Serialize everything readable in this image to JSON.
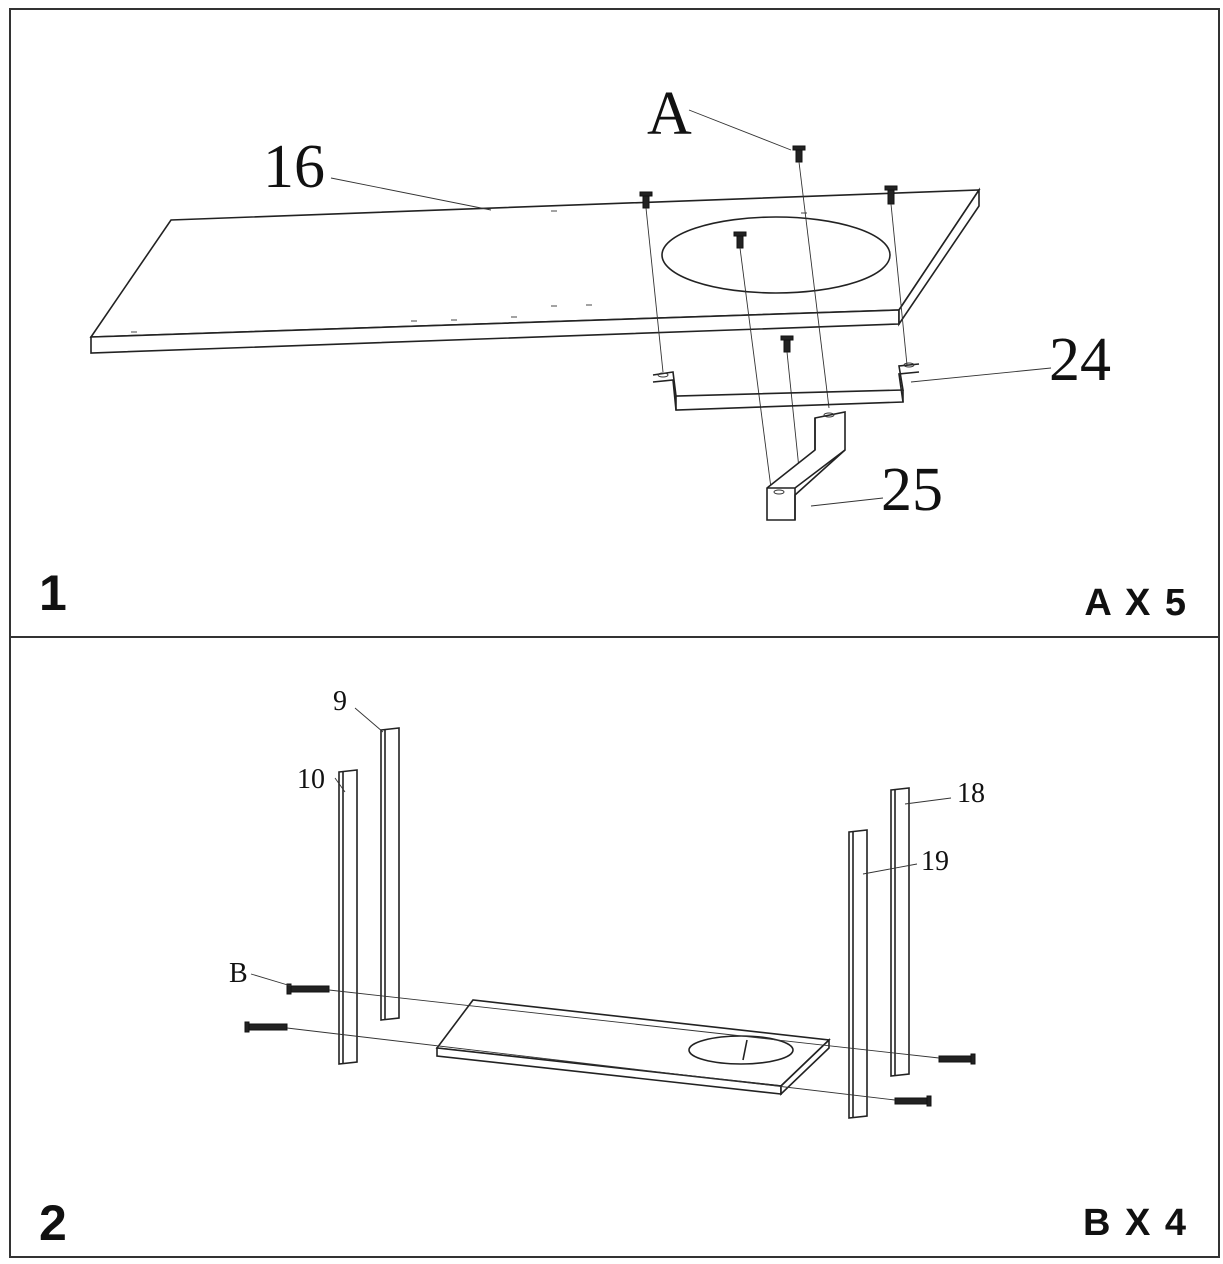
{
  "steps": [
    {
      "number": "1",
      "quantity": "A X 5",
      "callouts": {
        "top_panel": "16",
        "screw": "A",
        "bracket": "24",
        "support": "25"
      }
    },
    {
      "number": "2",
      "quantity": "B X 4",
      "callouts": {
        "leg_a": "9",
        "leg_b": "10",
        "leg_c": "18",
        "leg_d": "19",
        "bolt": "B"
      }
    }
  ]
}
